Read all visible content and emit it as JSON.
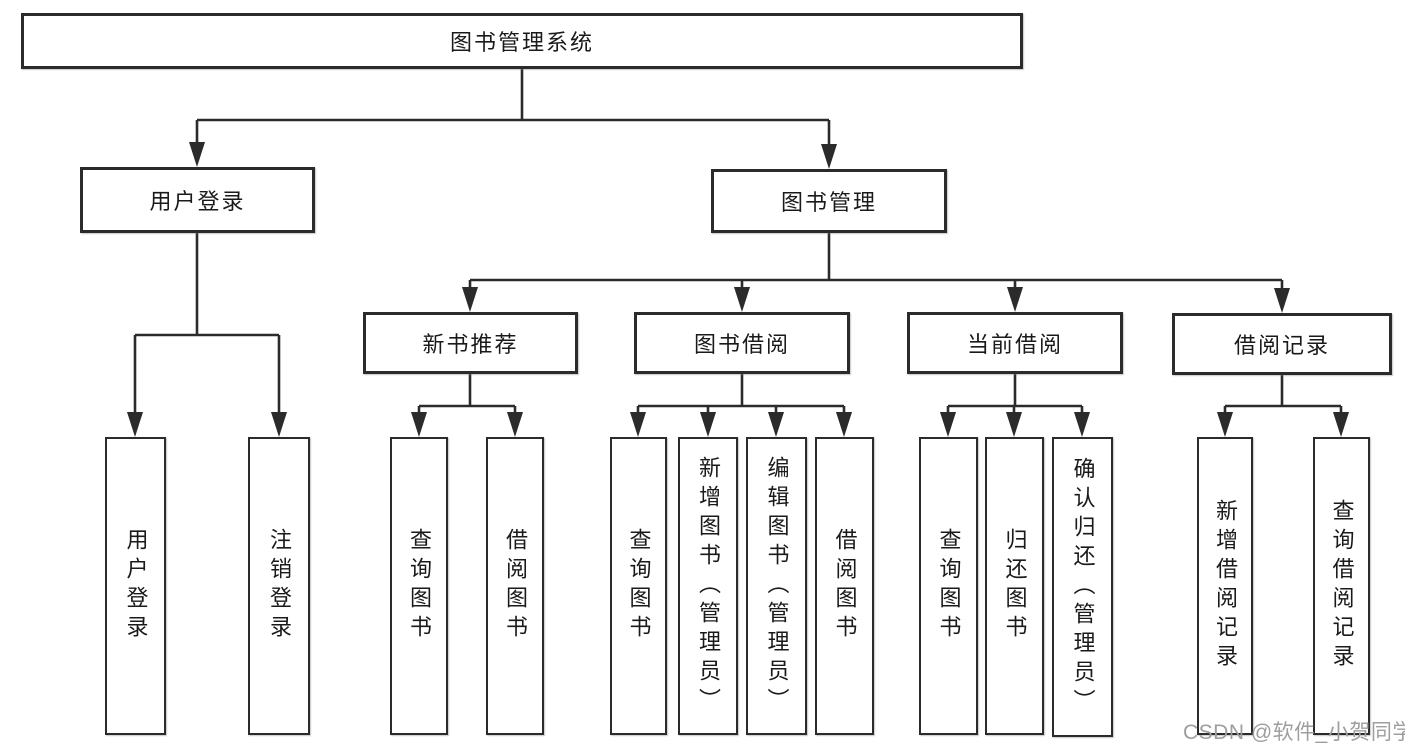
{
  "diagram": {
    "type": "hierarchy",
    "title": "图书管理系统",
    "nodes": {
      "root": {
        "label": "图书管理系统",
        "level": 0
      },
      "login": {
        "label": "用户登录",
        "level": 1,
        "parent": "root"
      },
      "mgmt": {
        "label": "图书管理",
        "level": 1,
        "parent": "root"
      },
      "rec": {
        "label": "新书推荐",
        "level": 2,
        "parent": "mgmt"
      },
      "bb": {
        "label": "图书借阅",
        "level": 2,
        "parent": "mgmt"
      },
      "cb": {
        "label": "当前借阅",
        "level": 2,
        "parent": "mgmt"
      },
      "br": {
        "label": "借阅记录",
        "level": 2,
        "parent": "mgmt"
      },
      "login_user": {
        "label": "用户登录",
        "level": 2,
        "parent": "login"
      },
      "login_out": {
        "label": "注销登录",
        "level": 2,
        "parent": "login"
      },
      "rec_query": {
        "label": "查询图书",
        "level": 3,
        "parent": "rec"
      },
      "rec_borrow": {
        "label": "借阅图书",
        "level": 3,
        "parent": "rec"
      },
      "bb_query": {
        "label": "查询图书",
        "level": 3,
        "parent": "bb"
      },
      "bb_add": {
        "label": "新增图书（管理员）",
        "level": 3,
        "parent": "bb"
      },
      "bb_edit": {
        "label": "编辑图书（管理员）",
        "level": 3,
        "parent": "bb"
      },
      "bb_borrow": {
        "label": "借阅图书",
        "level": 3,
        "parent": "bb"
      },
      "cb_query": {
        "label": "查询图书",
        "level": 3,
        "parent": "cb"
      },
      "cb_return": {
        "label": "归还图书",
        "level": 3,
        "parent": "cb"
      },
      "cb_confirm": {
        "label": "确认归还（管理员）",
        "level": 3,
        "parent": "cb"
      },
      "br_add": {
        "label": "新增借阅记录",
        "level": 3,
        "parent": "br"
      },
      "br_query": {
        "label": "查询借阅记录",
        "level": 3,
        "parent": "br"
      }
    }
  },
  "colors": {
    "line": "#2b2b2b",
    "box_border": "#2b2b2b",
    "text": "#1a1a1a",
    "watermark": "#9e9e9e",
    "background": "#ffffff"
  },
  "watermark": {
    "text": "CSDN @软件_小贺同学"
  }
}
